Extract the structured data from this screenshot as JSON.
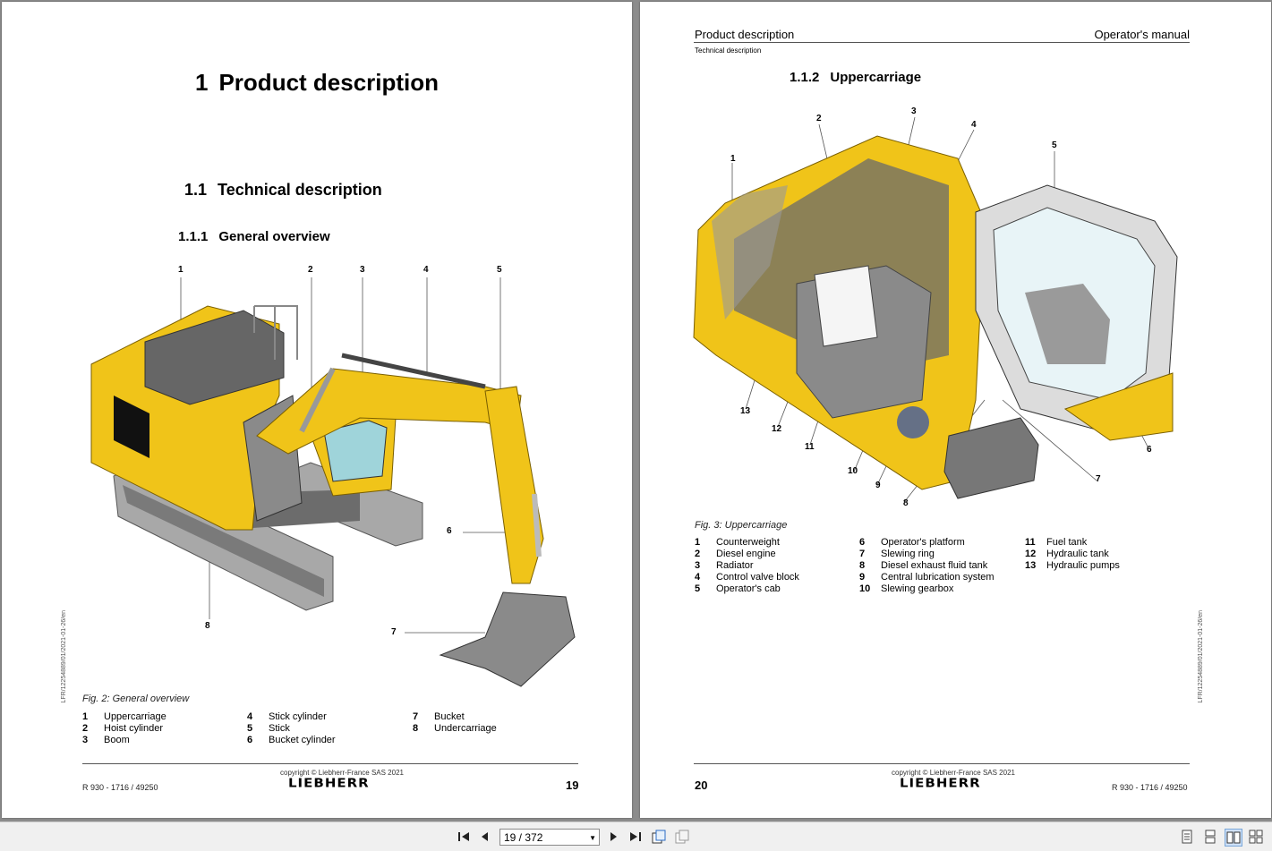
{
  "left_page": {
    "chapter_num": "1",
    "chapter_title": "Product description",
    "section_num": "1.1",
    "section_title": "Technical description",
    "subsection_num": "1.1.1",
    "subsection_title": "General overview",
    "callouts": [
      "1",
      "2",
      "3",
      "4",
      "5",
      "6",
      "7",
      "8"
    ],
    "figure_caption": "Fig. 2: General overview",
    "legend": [
      {
        "n": "1",
        "label": "Uppercarriage"
      },
      {
        "n": "2",
        "label": "Hoist cylinder"
      },
      {
        "n": "3",
        "label": "Boom"
      },
      {
        "n": "4",
        "label": "Stick cylinder"
      },
      {
        "n": "5",
        "label": "Stick"
      },
      {
        "n": "6",
        "label": "Bucket cylinder"
      },
      {
        "n": "7",
        "label": "Bucket"
      },
      {
        "n": "8",
        "label": "Undercarriage"
      }
    ],
    "side_code": "LFR/12254889/01/2021-01-26/en",
    "copyright": "copyright © Liebherr-France SAS 2021",
    "logo": "LIEBHERR",
    "doc_ref": "R 930 - 1716 / 49250",
    "page_number": "19"
  },
  "right_page": {
    "header_left": "Product description",
    "header_right": "Operator's manual",
    "header_sub": "Technical description",
    "subsection_num": "1.1.2",
    "subsection_title": "Uppercarriage",
    "callouts": [
      "1",
      "2",
      "3",
      "4",
      "5",
      "6",
      "7",
      "8",
      "9",
      "10",
      "11",
      "12",
      "13"
    ],
    "figure_caption": "Fig. 3: Uppercarriage",
    "legend": [
      {
        "n": "1",
        "label": "Counterweight"
      },
      {
        "n": "2",
        "label": "Diesel engine"
      },
      {
        "n": "3",
        "label": "Radiator"
      },
      {
        "n": "4",
        "label": "Control valve block"
      },
      {
        "n": "5",
        "label": "Operator's cab"
      },
      {
        "n": "6",
        "label": "Operator's platform"
      },
      {
        "n": "7",
        "label": "Slewing ring"
      },
      {
        "n": "8",
        "label": "Diesel exhaust fluid tank"
      },
      {
        "n": "9",
        "label": "Central lubrication system"
      },
      {
        "n": "10",
        "label": "Slewing gearbox"
      },
      {
        "n": "11",
        "label": "Fuel tank"
      },
      {
        "n": "12",
        "label": "Hydraulic tank"
      },
      {
        "n": "13",
        "label": "Hydraulic pumps"
      }
    ],
    "side_code": "LFR/12254889/01/2021-01-26/en",
    "copyright": "copyright © Liebherr-France SAS 2021",
    "logo": "LIEBHERR",
    "doc_ref": "R 930 - 1716 / 49250",
    "page_number": "20"
  },
  "toolbar": {
    "page_indicator": "19 / 372",
    "icons": [
      "first-page-icon",
      "prev-page-icon",
      "next-page-icon",
      "last-page-icon",
      "copy-icon",
      "copy-alt-icon",
      "single-page-icon",
      "continuous-icon",
      "facing-pages-icon",
      "facing-continuous-icon"
    ]
  },
  "colors": {
    "excavator_yellow": "#f0c419",
    "track_gray": "#b0b0b0",
    "background": "#8c8c8c"
  }
}
